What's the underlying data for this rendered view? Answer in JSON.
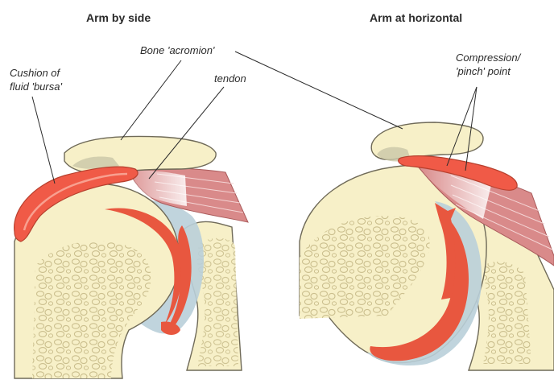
{
  "titles": {
    "left": "Arm by side",
    "right": "Arm at horizontal"
  },
  "labels": {
    "bursa_line1": "Cushion of",
    "bursa_line2": "fluid 'bursa'",
    "acromion": "Bone 'acromion'",
    "tendon": "tendon",
    "pinch_line1": "Compression/",
    "pinch_line2": "'pinch' point"
  },
  "colors": {
    "bone": "#f7f0c8",
    "bone_outline": "#6f6a58",
    "cartilage": "#e8573f",
    "bursa": "#f05a47",
    "muscle": "#d98a8a",
    "capsule": "#b9cfd9",
    "trabecular": "#e9ddb0"
  }
}
